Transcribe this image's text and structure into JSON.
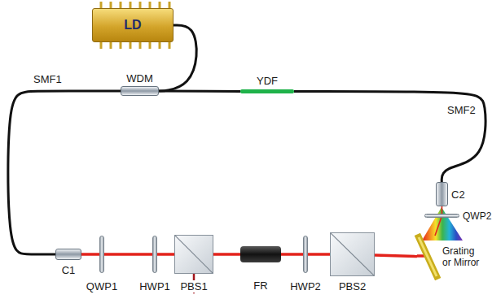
{
  "diagram": {
    "nodes": [
      {
        "text": [
          "LD"
        ]
      },
      {
        "text": [
          "WDM"
        ]
      },
      {
        "text": [
          "YDF"
        ]
      },
      {
        "text": [
          "C1"
        ]
      },
      {
        "text": [
          "QWP1"
        ]
      },
      {
        "text": [
          "HWP1"
        ]
      },
      {
        "text": [
          "PBS1"
        ]
      },
      {
        "text": [
          "FR"
        ]
      },
      {
        "text": [
          "HWP2"
        ]
      },
      {
        "text": [
          "PBS2"
        ]
      },
      {
        "text": [
          "Grating or Mirror"
        ]
      },
      {
        "text": [
          "QWP2"
        ]
      },
      {
        "text": [
          "C2"
        ]
      }
    ],
    "edges": [
      {
        "from": 0,
        "to": 1,
        "arrow": "none"
      },
      {
        "from": 1,
        "to": 2,
        "arrow": "none"
      },
      {
        "from": 2,
        "to": 12,
        "arrow": "none"
      },
      {
        "from": 1,
        "to": 3,
        "arrow": "none"
      },
      {
        "from": 3,
        "to": 4,
        "arrow": "none"
      },
      {
        "from": 4,
        "to": 5,
        "arrow": "none"
      },
      {
        "from": 5,
        "to": 6,
        "arrow": "none"
      },
      {
        "from": 6,
        "to": 7,
        "arrow": "none"
      },
      {
        "from": 7,
        "to": 8,
        "arrow": "none"
      },
      {
        "from": 8,
        "to": 9,
        "arrow": "none"
      },
      {
        "from": 9,
        "to": 10,
        "arrow": "none"
      },
      {
        "from": 10,
        "to": 11,
        "arrow": "none"
      },
      {
        "from": 11,
        "to": 12,
        "arrow": "none"
      }
    ],
    "labels": [
      "SMF1",
      "SMF2"
    ]
  }
}
